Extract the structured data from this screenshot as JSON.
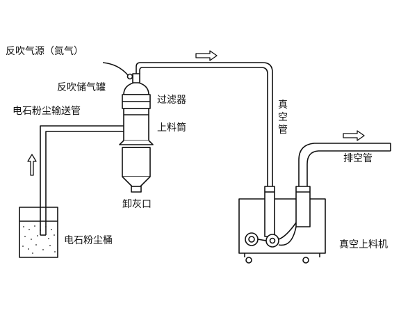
{
  "labels": {
    "backblow_source": "反吹气源（氮气）",
    "backblow_tank": "反吹储气罐",
    "filter": "过滤器",
    "conveying_pipe": "电石粉尘输送管",
    "feed_cylinder": "上料筒",
    "discharge_port": "卸灰口",
    "dust_bucket": "电石粉尘桶",
    "vacuum_pipe": "真空管",
    "exhaust_pipe": "排空管",
    "vacuum_loader": "真空上料机"
  },
  "colors": {
    "line": "#111111",
    "fill": "#ffffff",
    "shade": "#d9d9d9"
  },
  "icons": {
    "flow_up": "arrow-up-outline",
    "flow_right_top": "arrow-right-outline",
    "flow_right_exhaust": "arrow-right-outline"
  }
}
